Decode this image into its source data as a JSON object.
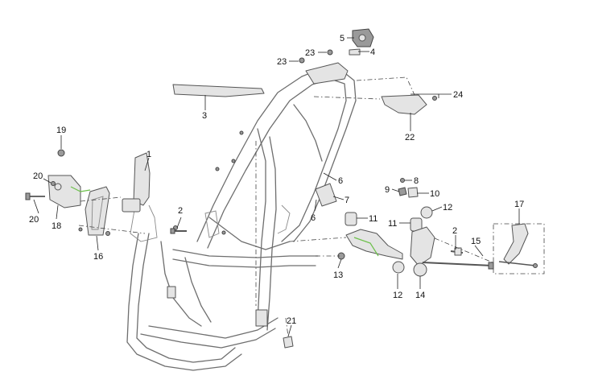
{
  "callouts": {
    "c1": "1",
    "c2a": "2",
    "c2b": "2",
    "c3": "3",
    "c4": "4",
    "c5": "5",
    "c6a": "6",
    "c6b": "6",
    "c7": "7",
    "c8": "8",
    "c9": "9",
    "c10": "10",
    "c11a": "11",
    "c11b": "11",
    "c12a": "12",
    "c12b": "12",
    "c13": "13",
    "c14": "14",
    "c15": "15",
    "c16": "16",
    "c17": "17",
    "c18": "18",
    "c19": "19",
    "c20a": "20",
    "c20b": "20",
    "c21": "21",
    "c22": "22",
    "c23a": "23",
    "c23b": "23",
    "c24": "24"
  },
  "colors": {
    "line": "#6e6e6e",
    "hose": "#6cc04a",
    "text": "#111111"
  }
}
